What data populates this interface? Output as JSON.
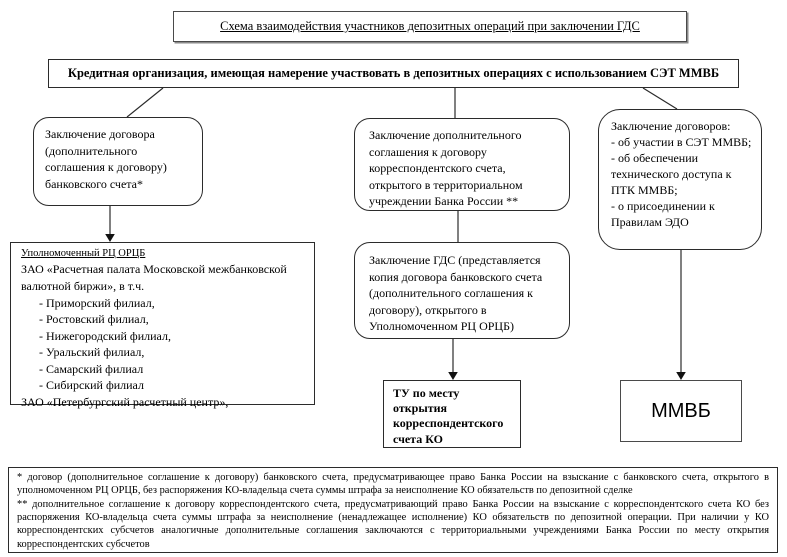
{
  "colors": {
    "line": "#2b2b2b",
    "text": "#000000",
    "background": "#ffffff"
  },
  "diagram": {
    "title": "Схема взаимодействия участников депозитных операций при заключении ГДС",
    "root_label": "Кредитная организация, имеющая намерение участвовать в депозитных операциях с использованием СЭТ ММВБ",
    "left_branch": {
      "step": "Заключение договора (дополнительного соглашения к договору) банковского счета*",
      "registry": {
        "heading": "Уполномоченный РЦ ОРЦБ",
        "org_main": "ЗАО «Расчетная палата Московской межбанковской валютной биржи», в т.ч.",
        "branches": [
          "- Приморский филиал,",
          "- Ростовский филиал,",
          "- Нижегородский филиал,",
          "- Уральский филиал,",
          "- Самарский филиал",
          "- Сибирский филиал"
        ],
        "org_secondary": "ЗАО «Петербургский расчетный центр»,"
      }
    },
    "middle_branch": {
      "agreement_step": "Заключение дополнительного соглашения к договору корреспондентского счета, открытого в территориальном учреждении Банка России **",
      "gds_step": "Заключение ГДС (представляется копия договора банковского счета (дополнительного соглашения к договору), открытого в Уполномоченном РЦ ОРЦБ)",
      "target_label": "ТУ по месту открытия корреспондентского счета КО"
    },
    "right_branch": {
      "step_intro": "Заключение договоров:",
      "step_items": [
        "- об участии в СЭТ ММВБ;",
        "- об обеспечении технического доступа к ПТК ММВБ;",
        "- о присоединении к Правилам ЭДО"
      ],
      "target_label": "ММВБ"
    },
    "footnotes": {
      "note1": "* договор (дополнительное соглашение к договору) банковского счета, предусматривающее право Банка России на взыскание с банковского счета, открытого в уполномоченном РЦ ОРЦБ, без распоряжения КО-владельца счета суммы штрафа за неисполнение КО обязательств по депозитной сделке",
      "note2": "** дополнительное соглашение к договору корреспондентского счета, предусматривающий право Банка России на взыскание с корреспондентского счета КО без распоряжения КО-владельца счета суммы штрафа за неисполнение (ненадлежащее исполнение) КО обязательств по депозитной операции. При наличии у КО корреспондентских субсчетов аналогичные дополнительные соглашения заключаются с территориальными учреждениями Банка России по месту открытия корреспондентских субсчетов"
    }
  }
}
